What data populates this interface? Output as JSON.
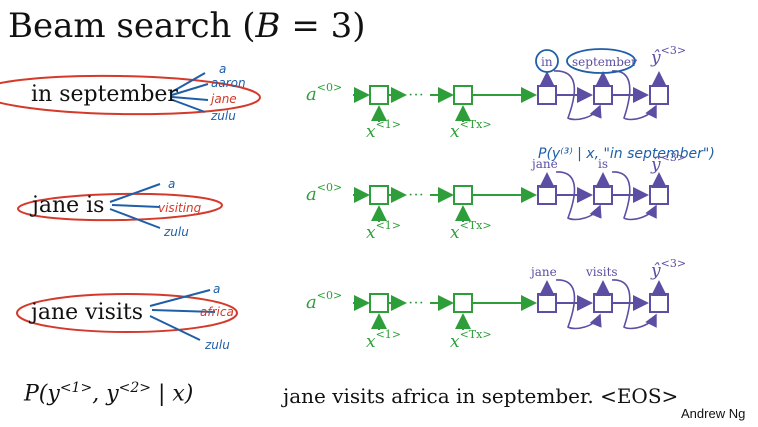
{
  "title": {
    "prefix": "Beam search (",
    "var": "B",
    "suffix": " = 3)"
  },
  "rows": [
    {
      "prefix": "in september",
      "candidates": [
        "a",
        "aaron",
        "jane",
        "zulu"
      ],
      "selected": "jane",
      "rnn": {
        "a0": "a",
        "a0_sup": "<0>",
        "x1": "x",
        "x1_sup": "<1>",
        "xT": "x",
        "xT_sup": "<Tx>",
        "y3": "ŷ",
        "y3_sup": "<3>",
        "out1": "in",
        "out2": "september"
      }
    },
    {
      "prefix": "jane is",
      "candidates": [
        "a",
        "visiting",
        "zulu"
      ],
      "selected": "visiting",
      "rnn": {
        "a0": "a",
        "a0_sup": "<0>",
        "x1": "x",
        "x1_sup": "<1>",
        "xT": "x",
        "xT_sup": "<Tx>",
        "y3": "ŷ",
        "y3_sup": "<3>",
        "out1": "jane",
        "out2": "is"
      }
    },
    {
      "prefix": "jane visits",
      "candidates": [
        "a",
        "africa",
        "zulu"
      ],
      "selected": "africa",
      "rnn": {
        "a0": "a",
        "a0_sup": "<0>",
        "x1": "x",
        "x1_sup": "<1>",
        "xT": "x",
        "xT_sup": "<Tx>",
        "y3": "ŷ",
        "y3_sup": "<3>",
        "out1": "jane",
        "out2": "visits"
      }
    }
  ],
  "annotation": "P(y⁽³⁾ | x, \"in september\")",
  "formula": {
    "p": "P(y",
    "s1": "<1>",
    "mid": ", y",
    "s2": "<2>",
    "end": " | x)"
  },
  "sentence": "jane visits africa in september. <EOS>",
  "credit": "Andrew Ng",
  "colors": {
    "encoder": "#2e9e3a",
    "decoder": "#5b4ea3",
    "ink_blue": "#1f5fa8",
    "ink_red": "#d43a2b"
  },
  "dots": "···"
}
